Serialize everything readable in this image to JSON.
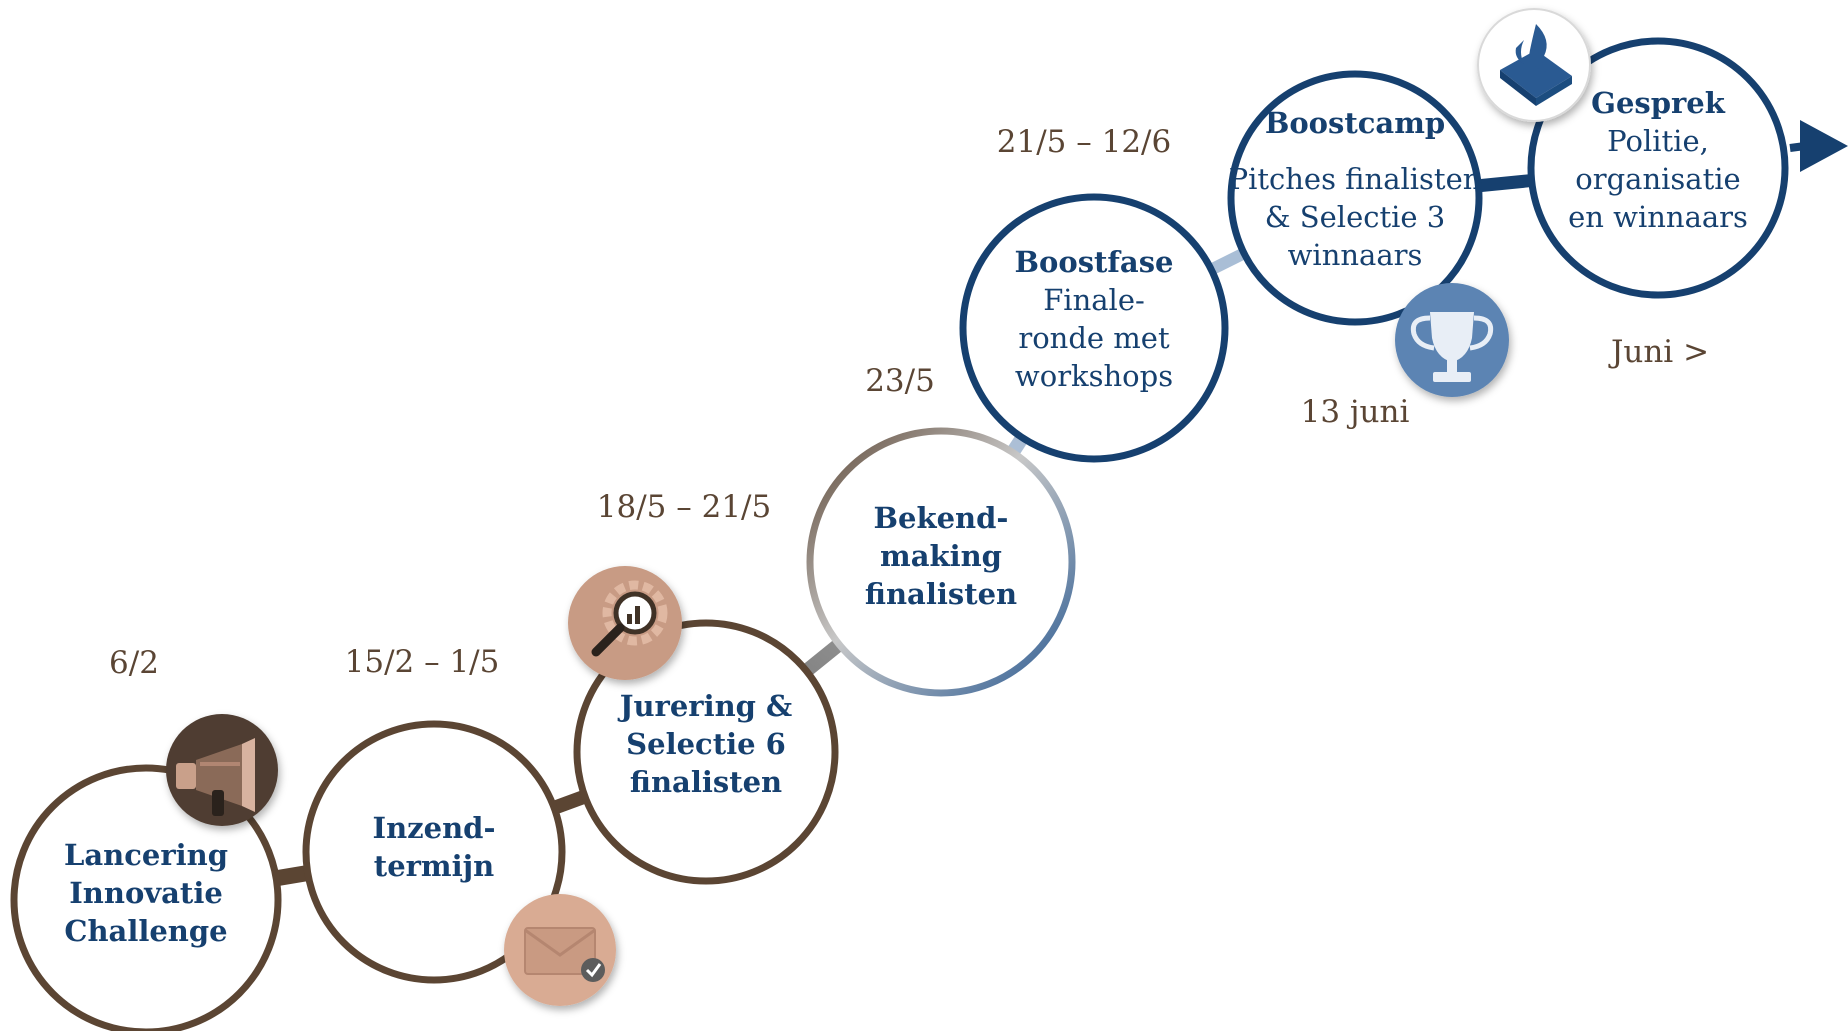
{
  "colors": {
    "brown": "#5b4533",
    "navy": "#16406f",
    "date": "#5a4534",
    "light_blue": "#a9bed6",
    "grey": "#8c8c8c",
    "icon_dark": "#4f3d31",
    "icon_rose": "#c89b84",
    "icon_peach": "#d9ab93",
    "icon_blue": "#5b84b3"
  },
  "steps": [
    {
      "id": "lancering",
      "date": "6/2",
      "title_lines": [
        "Lancering",
        "Innovatie",
        "Challenge"
      ],
      "body_lines": [],
      "icon": "megaphone-icon"
    },
    {
      "id": "inzendtermijn",
      "date": "15/2 – 1/5",
      "title_lines": [
        "Inzend-",
        "termijn"
      ],
      "body_lines": [],
      "icon": "envelope-check-icon"
    },
    {
      "id": "jurering",
      "date": "18/5 – 21/5",
      "title_lines": [
        "Jurering &",
        "Selectie 6",
        "finalisten"
      ],
      "body_lines": [],
      "icon": "gear-magnifier-icon"
    },
    {
      "id": "bekendmaking",
      "date": "23/5",
      "title_lines": [
        "Bekend-",
        "making",
        "finalisten"
      ],
      "body_lines": [],
      "icon": ""
    },
    {
      "id": "boostfase",
      "date": "21/5 – 12/6",
      "title_lines": [
        "Boostfase"
      ],
      "body_lines": [
        "Finale-",
        "ronde met",
        "workshops"
      ],
      "icon": ""
    },
    {
      "id": "boostcamp",
      "date": "13 juni",
      "title_lines": [
        "Boostcamp"
      ],
      "body_lines": [
        "Pitches finalisten",
        "& Selectie 3",
        "winnaars"
      ],
      "icon": "trophy-icon"
    },
    {
      "id": "gesprek",
      "date": "Juni >",
      "title_lines": [
        "Gesprek"
      ],
      "body_lines": [
        "Politie,",
        "organisatie",
        "en winnaars"
      ],
      "icon": "police-logo-icon"
    }
  ]
}
